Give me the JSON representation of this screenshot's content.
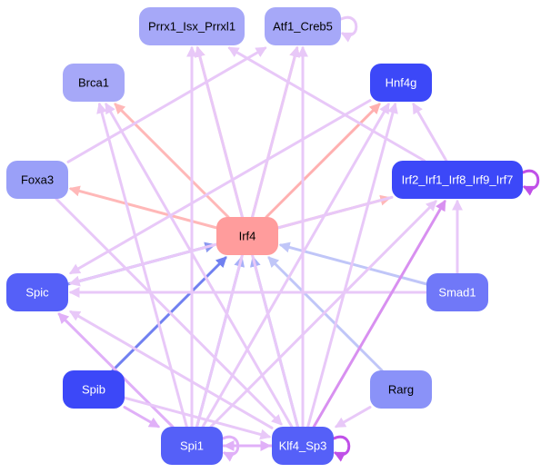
{
  "diagram": {
    "type": "gene-regulatory-network",
    "nodes": [
      {
        "id": "prrx1",
        "label": "Prrx1_Isx_Prrxl1",
        "fill": "#a6a8f8",
        "text": "#000000"
      },
      {
        "id": "atf1",
        "label": "Atf1_Creb5",
        "fill": "#a6a8f8",
        "text": "#000000"
      },
      {
        "id": "brca1",
        "label": "Brca1",
        "fill": "#a6a8f8",
        "text": "#000000"
      },
      {
        "id": "hnf4g",
        "label": "Hnf4g",
        "fill": "#3c48f8",
        "text": "#ffffff"
      },
      {
        "id": "foxa3",
        "label": "Foxa3",
        "fill": "#9aa0f8",
        "text": "#000000"
      },
      {
        "id": "irf2",
        "label": "Irf2_Irf1_Irf8_Irf9_Irf7",
        "fill": "#3c48f8",
        "text": "#ffffff"
      },
      {
        "id": "irf4",
        "label": "Irf4",
        "fill": "#ff9c9c",
        "text": "#000000"
      },
      {
        "id": "spic",
        "label": "Spic",
        "fill": "#5560f8",
        "text": "#ffffff"
      },
      {
        "id": "smad1",
        "label": "Smad1",
        "fill": "#7078f8",
        "text": "#ffffff"
      },
      {
        "id": "spib",
        "label": "Spib",
        "fill": "#3c48f8",
        "text": "#ffffff"
      },
      {
        "id": "rarg",
        "label": "Rarg",
        "fill": "#8a92f8",
        "text": "#000000"
      },
      {
        "id": "spi1",
        "label": "Spi1",
        "fill": "#5560f8",
        "text": "#ffffff"
      },
      {
        "id": "klf4",
        "label": "Klf4_Sp3",
        "fill": "#5560f8",
        "text": "#ffffff"
      }
    ],
    "edges": [
      {
        "from": "irf4",
        "to": "prrx1",
        "color": "#ffb8b8"
      },
      {
        "from": "irf4",
        "to": "atf1",
        "color": "#ffb8b8"
      },
      {
        "from": "irf4",
        "to": "brca1",
        "color": "#ffb8b8"
      },
      {
        "from": "irf4",
        "to": "hnf4g",
        "color": "#ffb0b0"
      },
      {
        "from": "irf4",
        "to": "foxa3",
        "color": "#ffb8b8"
      },
      {
        "from": "irf4",
        "to": "irf2",
        "color": "#ffb8b8"
      },
      {
        "from": "spib",
        "to": "irf4",
        "color": "#7080f0"
      },
      {
        "from": "spic",
        "to": "irf4",
        "color": "#8a98f0"
      },
      {
        "from": "spi1",
        "to": "irf4",
        "color": "#a8b0f8"
      },
      {
        "from": "klf4",
        "to": "irf4",
        "color": "#a8b0f8"
      },
      {
        "from": "rarg",
        "to": "irf4",
        "color": "#c0c6f8"
      },
      {
        "from": "smad1",
        "to": "irf4",
        "color": "#c0c6f8"
      },
      {
        "from": "atf1",
        "to": "atf1",
        "color": "#e8c8f8"
      },
      {
        "from": "irf2",
        "to": "irf2",
        "color": "#c050e8"
      },
      {
        "from": "klf4",
        "to": "klf4",
        "color": "#c050e8"
      },
      {
        "from": "spi1",
        "to": "spi1",
        "color": "#e0b0f8"
      },
      {
        "from": "irf2",
        "to": "hnf4g",
        "color": "#e8c8f8"
      },
      {
        "from": "irf2",
        "to": "spic",
        "color": "#e8c8f8"
      },
      {
        "from": "irf2",
        "to": "prrx1",
        "color": "#e8c8f8"
      },
      {
        "from": "smad1",
        "to": "irf2",
        "color": "#e8c8f8"
      },
      {
        "from": "smad1",
        "to": "spic",
        "color": "#e8c8f8"
      },
      {
        "from": "hnf4g",
        "to": "spic",
        "color": "#e8c8f8"
      },
      {
        "from": "foxa3",
        "to": "atf1",
        "color": "#e8c8f8"
      },
      {
        "from": "foxa3",
        "to": "klf4",
        "color": "#e8c8f8"
      },
      {
        "from": "spi1",
        "to": "prrx1",
        "color": "#e8c8f8"
      },
      {
        "from": "spi1",
        "to": "atf1",
        "color": "#e8c8f8"
      },
      {
        "from": "spi1",
        "to": "brca1",
        "color": "#e8c8f8"
      },
      {
        "from": "spi1",
        "to": "hnf4g",
        "color": "#e8c8f8"
      },
      {
        "from": "spi1",
        "to": "irf2",
        "color": "#e8c8f8"
      },
      {
        "from": "spi1",
        "to": "spic",
        "color": "#e0b0f8"
      },
      {
        "from": "spi1",
        "to": "klf4",
        "color": "#e0b0f8"
      },
      {
        "from": "spib",
        "to": "spi1",
        "color": "#e0b0f8"
      },
      {
        "from": "spib",
        "to": "klf4",
        "color": "#e8c8f8"
      },
      {
        "from": "klf4",
        "to": "prrx1",
        "color": "#e8c8f8"
      },
      {
        "from": "klf4",
        "to": "atf1",
        "color": "#e8c8f8"
      },
      {
        "from": "klf4",
        "to": "brca1",
        "color": "#e8c8f8"
      },
      {
        "from": "klf4",
        "to": "hnf4g",
        "color": "#e8c8f8"
      },
      {
        "from": "klf4",
        "to": "irf2",
        "color": "#d890f0"
      },
      {
        "from": "klf4",
        "to": "spi1",
        "color": "#e0b0f8"
      },
      {
        "from": "klf4",
        "to": "spic",
        "color": "#e8c8f8"
      },
      {
        "from": "rarg",
        "to": "klf4",
        "color": "#e8c8f8"
      }
    ]
  }
}
